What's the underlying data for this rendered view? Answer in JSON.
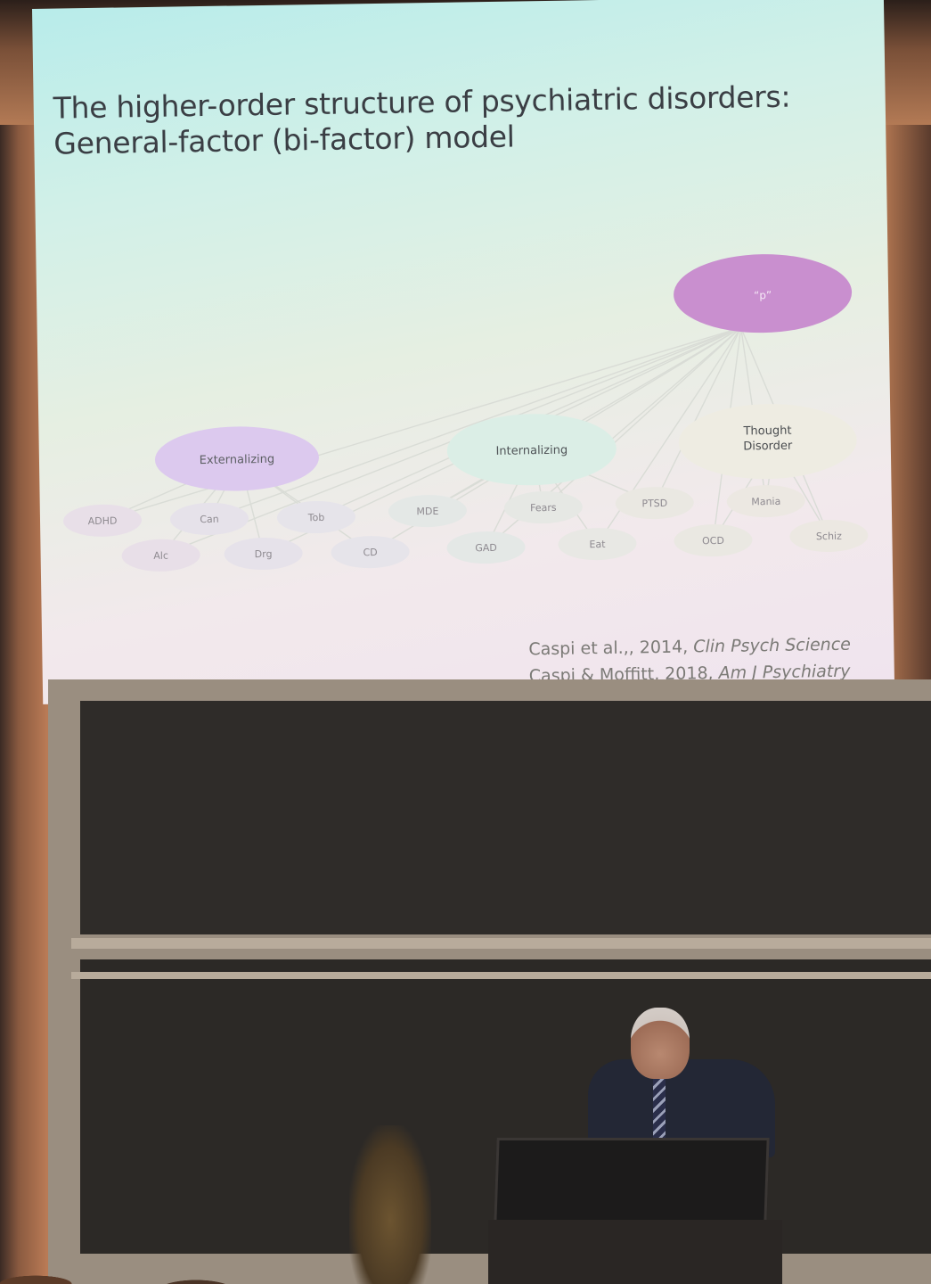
{
  "slide": {
    "title_line1": "The higher-order structure of psychiatric disorders:",
    "title_line2": "General-factor (bi-factor) model",
    "general_factor": "“p”",
    "factors": {
      "externalizing": "Externalizing",
      "internalizing": "Internalizing",
      "thought_line1": "Thought",
      "thought_line2": "Disorder"
    },
    "disorders": [
      "ADHD",
      "Alc",
      "Can",
      "Drg",
      "Tob",
      "CD",
      "MDE",
      "GAD",
      "Fears",
      "Eat",
      "PTSD",
      "OCD",
      "Mania",
      "Schiz"
    ],
    "citation_1_authors": "Caspi et al.,, 2014,",
    "citation_1_journal": "Clin Psych Science",
    "citation_2_authors": "Caspi & Moffitt, 2018,",
    "citation_2_journal": "Am J Psychiatry"
  },
  "colors": {
    "p_factor": "#c98fcf",
    "externalizing": "#dcc9ee",
    "internalizing": "#dbeee6",
    "thought": "#eeece2",
    "disorder_node": "#e8dfe8"
  }
}
